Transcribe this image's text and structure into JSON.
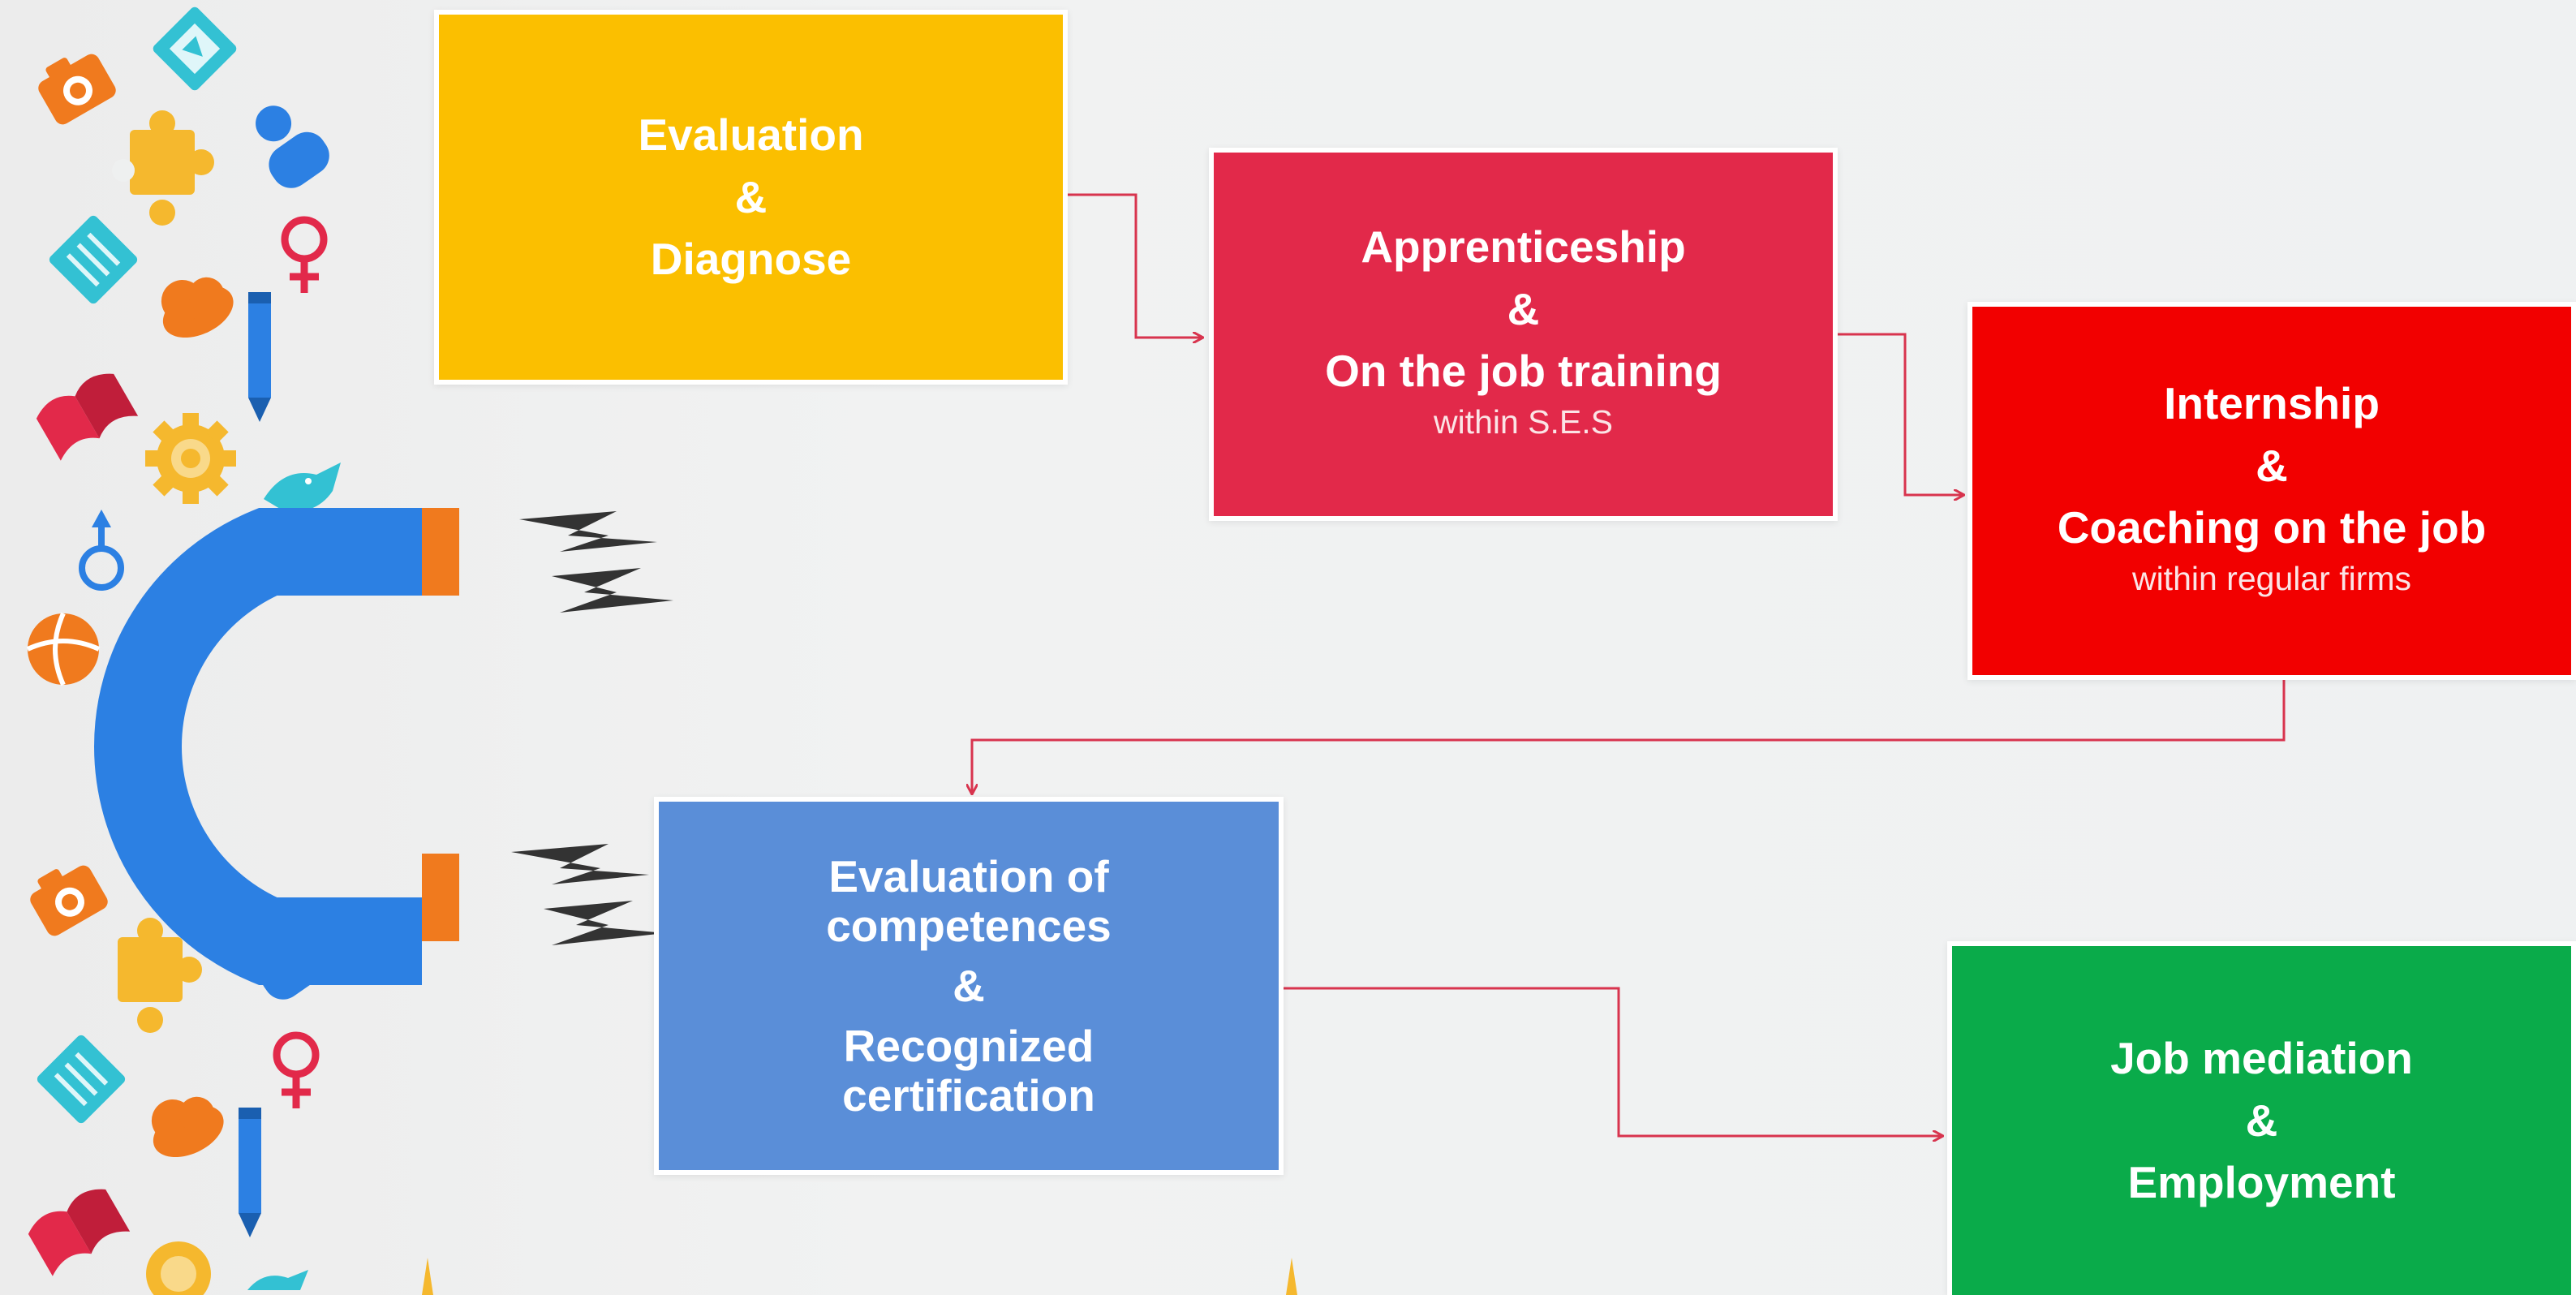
{
  "colors": {
    "yellow": "#fbbf00",
    "crimson": "#e2294a",
    "red": "#f20000",
    "blue": "#5a8ed8",
    "green": "#0aab4a",
    "connector": "#d8344e",
    "magnet": "#2c80e3",
    "magnet_tip": "#f07a1e"
  },
  "boxes": {
    "evaluation": {
      "line1": "Evaluation",
      "amp": "&",
      "line2": "Diagnose"
    },
    "apprenticeship": {
      "line1": "Apprenticeship",
      "amp": "&",
      "line2": "On the job training",
      "sub": "within S.E.S"
    },
    "internship": {
      "line1": "Internship",
      "amp": "&",
      "line2": "Coaching on the job",
      "sub": "within regular firms"
    },
    "competences": {
      "line1": "Evaluation of",
      "line2": "competences",
      "amp": "&",
      "line3": "Recognized",
      "line4": "certification"
    },
    "job": {
      "line1": "Job mediation",
      "amp": "&",
      "line2": "Employment"
    }
  },
  "decor_icons": [
    "camera-icon",
    "book-icon",
    "puzzle-icon",
    "user-icon",
    "female-symbol-icon",
    "notepad-icon",
    "cloud-icon",
    "pencil-icon",
    "open-book-icon",
    "gear-icon",
    "bird-icon",
    "male-symbol-icon",
    "ball-icon",
    "magnet-icon",
    "lightning-icon"
  ],
  "edges": [
    [
      "evaluation",
      "apprenticeship"
    ],
    [
      "apprenticeship",
      "internship"
    ],
    [
      "internship",
      "competences"
    ],
    [
      "competences",
      "job"
    ]
  ]
}
